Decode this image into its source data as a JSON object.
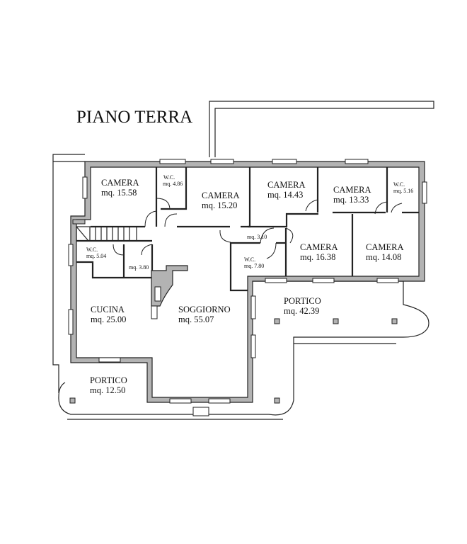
{
  "title": "PIANO TERRA",
  "rooms": {
    "camera_1": {
      "name": "CAMERA",
      "area": "mq. 15.58"
    },
    "wc_1": {
      "name": "W.C.",
      "area": "mq. 4.86"
    },
    "camera_2": {
      "name": "CAMERA",
      "area": "mq. 15.20"
    },
    "camera_3": {
      "name": "CAMERA",
      "area": "mq. 14.43"
    },
    "camera_4": {
      "name": "CAMERA",
      "area": "mq. 13.33"
    },
    "wc_2": {
      "name": "W.C.",
      "area": "mq. 5.16"
    },
    "disimpegno": {
      "area": "mq. 3.10"
    },
    "wc_3": {
      "name": "W.C.",
      "area": "mq. 5.04"
    },
    "ripostiglio": {
      "area": "mq. 3.80"
    },
    "wc_4": {
      "name": "W.C.",
      "area": "mq. 7.80"
    },
    "camera_5": {
      "name": "CAMERA",
      "area": "mq. 16.38"
    },
    "camera_6": {
      "name": "CAMERA",
      "area": "mq. 14.08"
    },
    "portico_1": {
      "name": "PORTICO",
      "area": "mq. 42.39"
    },
    "cucina": {
      "name": "CUCINA",
      "area": "mq. 25.00"
    },
    "soggiorno": {
      "name": "SOGGIORNO",
      "area": "mq. 55.07"
    },
    "portico_2": {
      "name": "PORTICO",
      "area": "mq. 12.50"
    }
  }
}
